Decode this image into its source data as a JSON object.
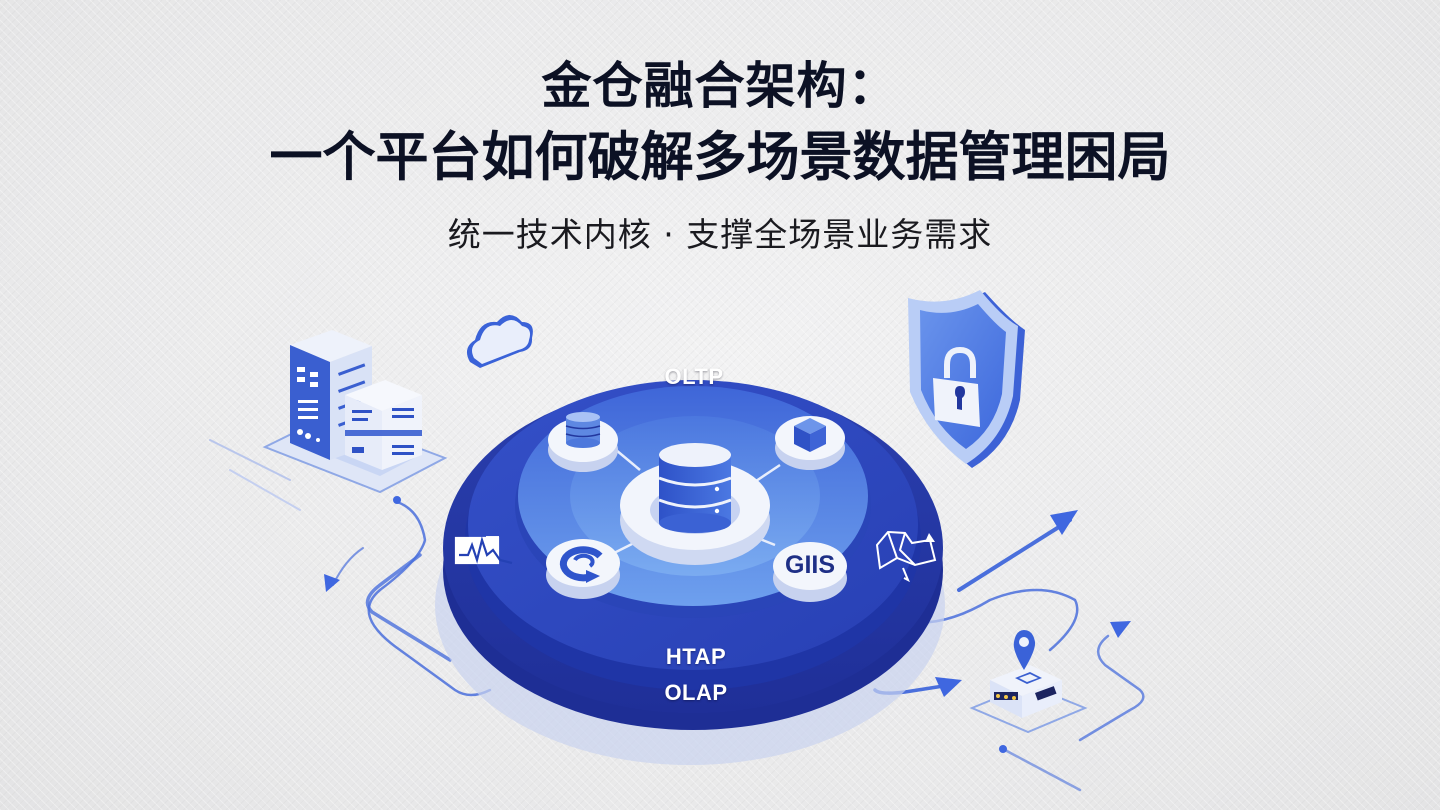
{
  "header": {
    "title_line1": "金仓融合架构：",
    "title_line2": "一个平台如何破解多场景数据管理困局",
    "subtitle": "统一技术内核 · 支撑全场景业务需求"
  },
  "diagram": {
    "rings": [
      {
        "label": "OLTP",
        "position": "top"
      },
      {
        "label": "HTAP",
        "position": "bottom-inner"
      },
      {
        "label": "OLAP",
        "position": "bottom-outer"
      }
    ],
    "core": {
      "icon": "database-icon"
    },
    "satellites": [
      {
        "icon": "database-stack-icon",
        "position": "top-left"
      },
      {
        "icon": "cube-icon",
        "position": "top-right"
      },
      {
        "icon": "cycle-chart-icon",
        "position": "bottom-left"
      },
      {
        "icon": "gis-label",
        "label": "GIIS",
        "position": "bottom-right"
      }
    ],
    "ring_icons": [
      {
        "icon": "analytics-chart-icon",
        "position": "left"
      },
      {
        "icon": "map-icon",
        "position": "right"
      }
    ],
    "surrounding": [
      {
        "icon": "server-icon",
        "position": "top-left"
      },
      {
        "icon": "cloud-icon",
        "position": "top-left-upper"
      },
      {
        "icon": "shield-lock-icon",
        "position": "top-right"
      },
      {
        "icon": "edge-device-icon",
        "position": "bottom-right"
      },
      {
        "icon": "location-pin-icon",
        "position": "bottom-right"
      }
    ],
    "colors": {
      "ring_dark": "#2337a8",
      "ring_mid": "#2f4fc4",
      "ring_light": "#4f7fe0",
      "core_white": "#eef2fb",
      "accent": "#3f67e0",
      "title": "#0c1124"
    }
  }
}
